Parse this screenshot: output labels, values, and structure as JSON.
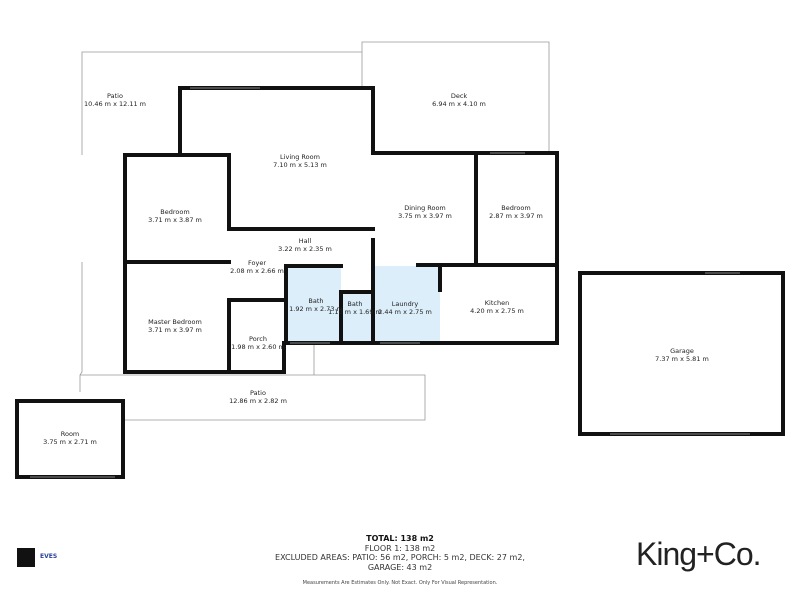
{
  "rooms": [
    {
      "id": "patio-top",
      "name": "Patio",
      "size": "10.46 m x 12.11 m"
    },
    {
      "id": "deck",
      "name": "Deck",
      "size": "6.94 m x 4.10 m"
    },
    {
      "id": "living-room",
      "name": "Living Room",
      "size": "7.10 m x 5.13 m"
    },
    {
      "id": "bedroom-left",
      "name": "Bedroom",
      "size": "3.71 m x 3.87 m"
    },
    {
      "id": "dining-room",
      "name": "Dining Room",
      "size": "3.75 m x 3.97 m"
    },
    {
      "id": "bedroom-right",
      "name": "Bedroom",
      "size": "2.87 m x 3.97 m"
    },
    {
      "id": "hall",
      "name": "Hall",
      "size": "3.22 m x 2.35 m"
    },
    {
      "id": "foyer",
      "name": "Foyer",
      "size": "2.08 m x 2.66 m"
    },
    {
      "id": "bath-1",
      "name": "Bath",
      "size": "1.92 m x 2.73 m"
    },
    {
      "id": "bath-2",
      "name": "Bath",
      "size": "1.10 m x 1.69 m"
    },
    {
      "id": "laundry",
      "name": "Laundry",
      "size": "2.44 m x 2.75 m"
    },
    {
      "id": "kitchen",
      "name": "Kitchen",
      "size": "4.20 m x 2.75 m"
    },
    {
      "id": "master-bedroom",
      "name": "Master Bedroom",
      "size": "3.71 m x 3.97 m"
    },
    {
      "id": "porch",
      "name": "Porch",
      "size": "1.98 m x 2.60 m"
    },
    {
      "id": "garage",
      "name": "Garage",
      "size": "7.37 m x 5.81 m"
    },
    {
      "id": "patio-bottom",
      "name": "Patio",
      "size": "12.86 m x 2.82 m"
    },
    {
      "id": "room",
      "name": "Room",
      "size": "3.75 m x 2.71 m"
    }
  ],
  "colors": {
    "wet_area": "#dceefa",
    "wall": "#111111",
    "outline": "#999999"
  },
  "summary": {
    "total": "TOTAL: 138 m2",
    "floor": "FLOOR 1: 138 m2",
    "excluded_1": "EXCLUDED AREAS: PATIO: 56 m2, PORCH: 5 m2, DECK: 27 m2,",
    "excluded_2": "GARAGE: 43 m2",
    "disclaimer": "Measurements Are Estimates Only. Not Exact. Only For Visual Representation."
  },
  "branding": {
    "agency_logo": "King+Co.",
    "provider_logo": "EVES"
  }
}
